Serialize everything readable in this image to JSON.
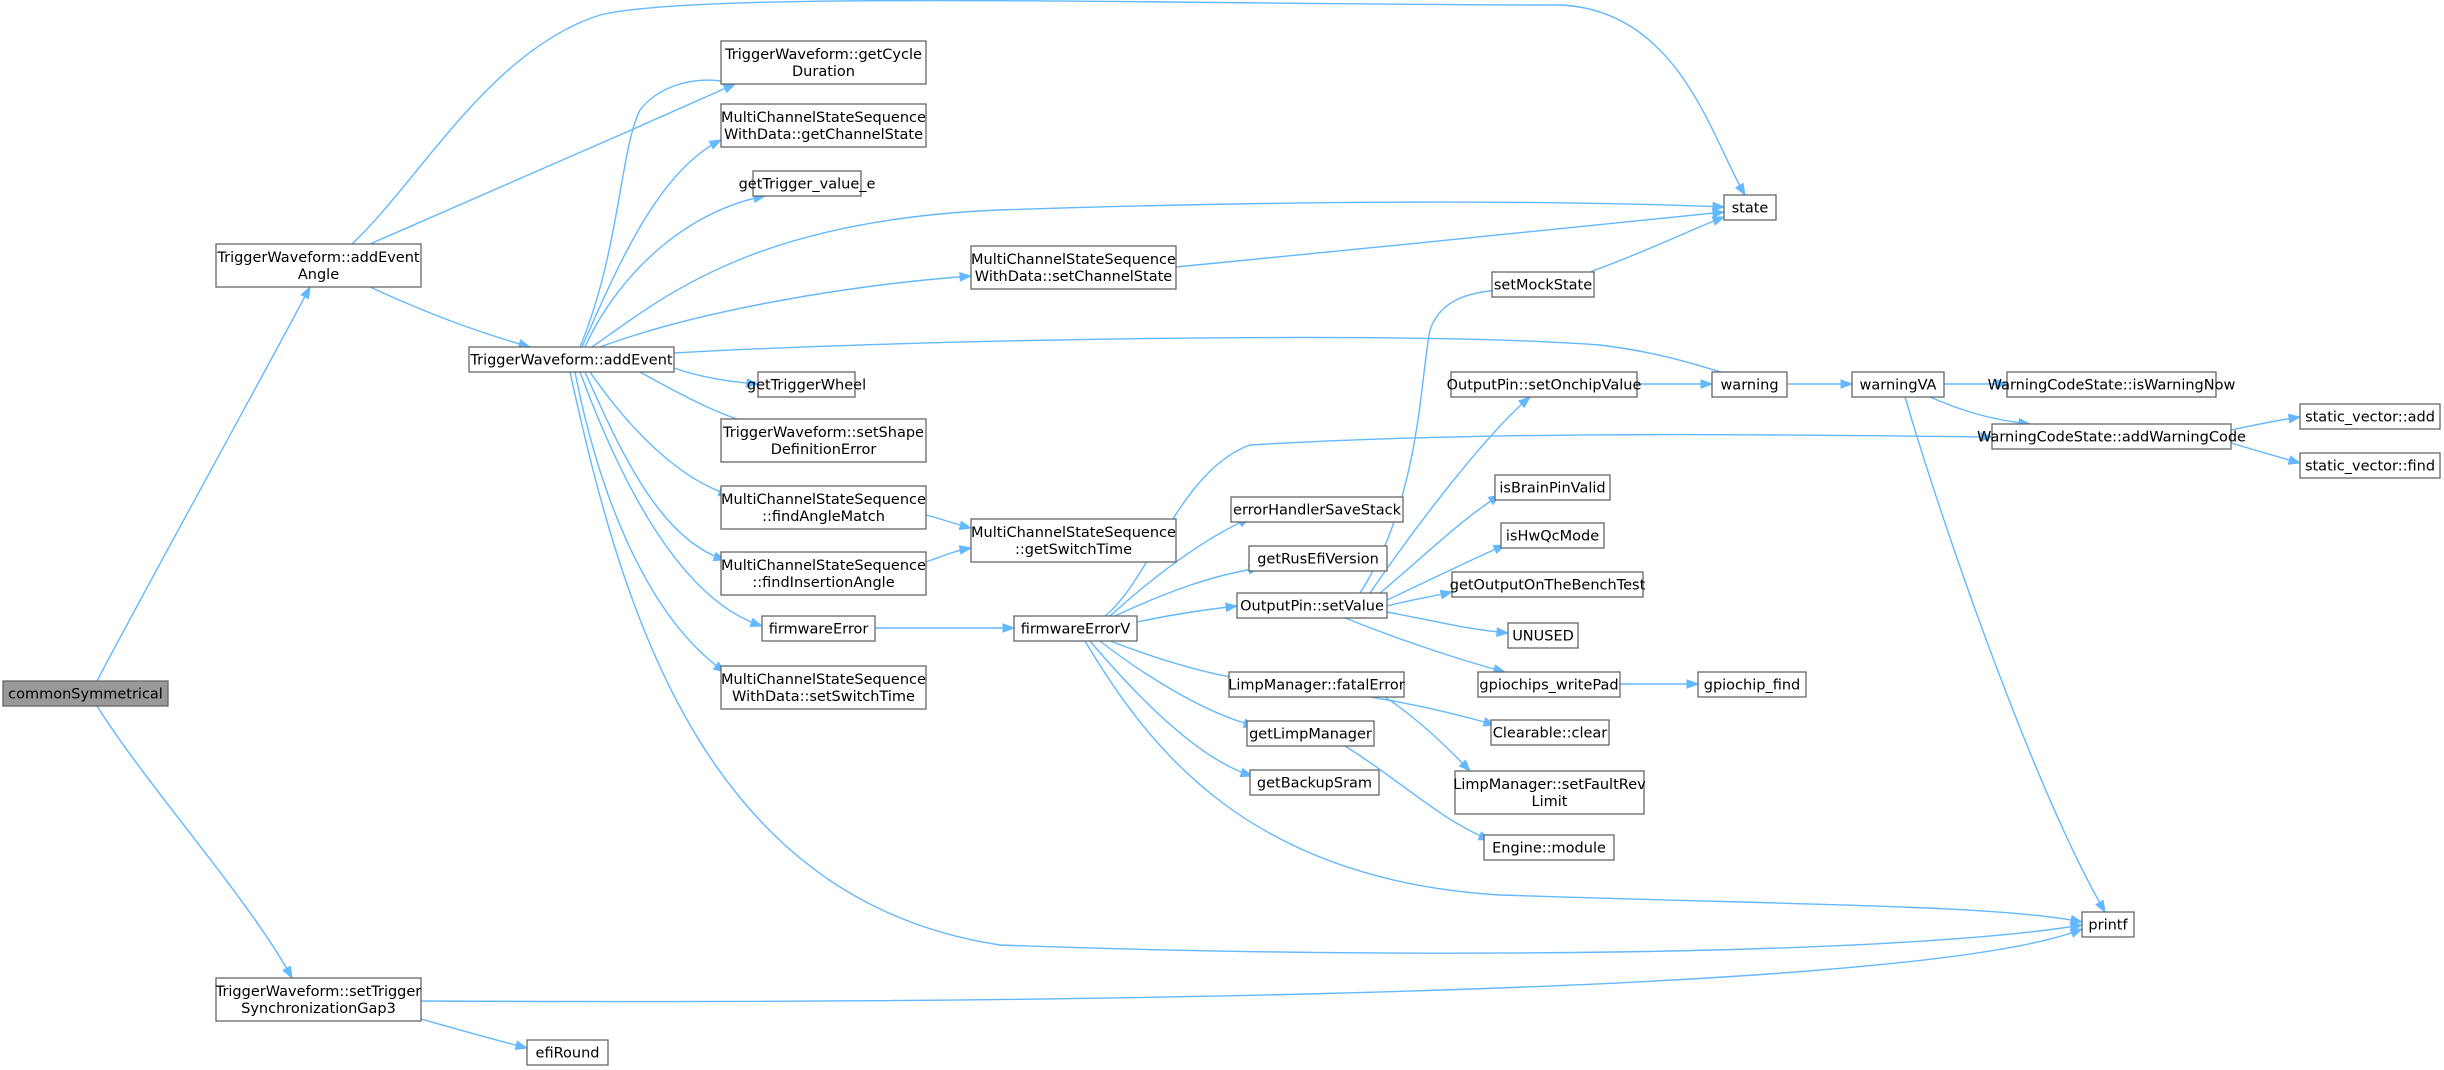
{
  "graph": {
    "colors": {
      "edge": "#63b8ff",
      "node_border": "#666666",
      "node_fill": "#ffffff",
      "root_fill": "#999999",
      "text": "#000000"
    },
    "nodes": {
      "commonSymmetrical": {
        "lines": [
          "commonSymmetrical"
        ],
        "root": true
      },
      "addEventAngle": {
        "lines": [
          "TriggerWaveform::addEvent",
          "Angle"
        ]
      },
      "setTriggerSyncGap3": {
        "lines": [
          "TriggerWaveform::setTrigger",
          "SynchronizationGap3"
        ]
      },
      "addEvent": {
        "lines": [
          "TriggerWaveform::addEvent"
        ]
      },
      "getCycleDuration": {
        "lines": [
          "TriggerWaveform::getCycle",
          "Duration"
        ]
      },
      "getChannelState": {
        "lines": [
          "MultiChannelStateSequence",
          "WithData::getChannelState"
        ]
      },
      "getTriggerValueE": {
        "lines": [
          "getTrigger_value_e"
        ]
      },
      "getTriggerWheel": {
        "lines": [
          "getTriggerWheel"
        ]
      },
      "setShapeDefError": {
        "lines": [
          "TriggerWaveform::setShape",
          "DefinitionError"
        ]
      },
      "findAngleMatch": {
        "lines": [
          "MultiChannelStateSequence",
          "::findAngleMatch"
        ]
      },
      "findInsertionAngle": {
        "lines": [
          "MultiChannelStateSequence",
          "::findInsertionAngle"
        ]
      },
      "firmwareError": {
        "lines": [
          "firmwareError"
        ]
      },
      "setSwitchTime": {
        "lines": [
          "MultiChannelStateSequence",
          "WithData::setSwitchTime"
        ]
      },
      "setChannelState": {
        "lines": [
          "MultiChannelStateSequence",
          "WithData::setChannelState"
        ]
      },
      "getSwitchTime": {
        "lines": [
          "MultiChannelStateSequence",
          "::getSwitchTime"
        ]
      },
      "firmwareErrorV": {
        "lines": [
          "firmwareErrorV"
        ]
      },
      "errorHandlerSaveStack": {
        "lines": [
          "errorHandlerSaveStack"
        ]
      },
      "getRusEfiVersion": {
        "lines": [
          "getRusEfiVersion"
        ]
      },
      "setValue": {
        "lines": [
          "OutputPin::setValue"
        ]
      },
      "fatalError": {
        "lines": [
          "LimpManager::fatalError"
        ]
      },
      "getLimpManager": {
        "lines": [
          "getLimpManager"
        ]
      },
      "getBackupSram": {
        "lines": [
          "getBackupSram"
        ]
      },
      "setMockState": {
        "lines": [
          "setMockState"
        ]
      },
      "setOnchipValue": {
        "lines": [
          "OutputPin::setOnchipValue"
        ]
      },
      "isBrainPinValid": {
        "lines": [
          "isBrainPinValid"
        ]
      },
      "isHwQcMode": {
        "lines": [
          "isHwQcMode"
        ]
      },
      "getOutputOnTheBenchTest": {
        "lines": [
          "getOutputOnTheBenchTest"
        ]
      },
      "UNUSED": {
        "lines": [
          "UNUSED"
        ]
      },
      "gpiochipsWritePad": {
        "lines": [
          "gpiochips_writePad"
        ]
      },
      "clearableClear": {
        "lines": [
          "Clearable::clear"
        ]
      },
      "setFaultRevLimit": {
        "lines": [
          "LimpManager::setFaultRev",
          "Limit"
        ]
      },
      "engineModule": {
        "lines": [
          "Engine::module"
        ]
      },
      "state": {
        "lines": [
          "state"
        ]
      },
      "warning": {
        "lines": [
          "warning"
        ]
      },
      "gpiochipFind": {
        "lines": [
          "gpiochip_find"
        ]
      },
      "warningVA": {
        "lines": [
          "warningVA"
        ]
      },
      "isWarningNow": {
        "lines": [
          "WarningCodeState::isWarningNow"
        ]
      },
      "addWarningCode": {
        "lines": [
          "WarningCodeState::addWarningCode"
        ]
      },
      "staticVectorAdd": {
        "lines": [
          "static_vector::add"
        ]
      },
      "staticVectorFind": {
        "lines": [
          "static_vector::find"
        ]
      },
      "printf": {
        "lines": [
          "printf"
        ]
      },
      "efiRound": {
        "lines": [
          "efiRound"
        ]
      }
    }
  }
}
